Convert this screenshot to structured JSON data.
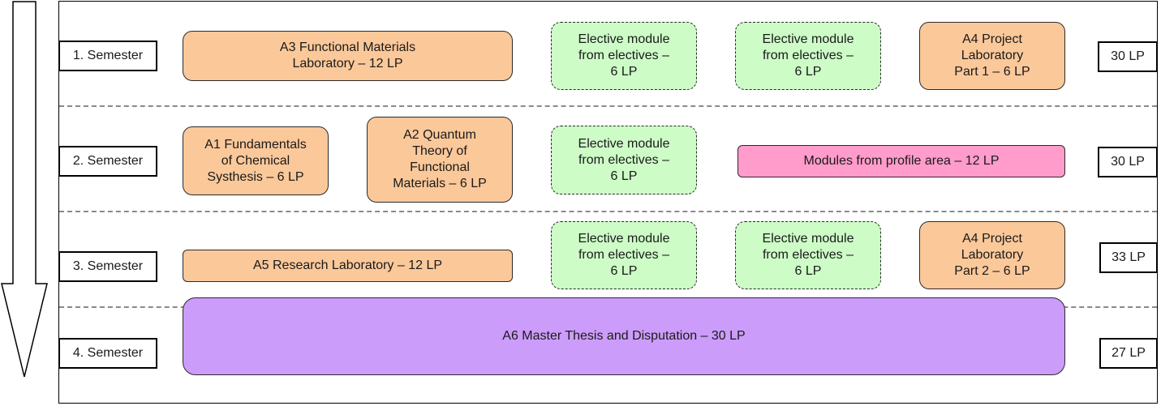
{
  "semesters": [
    {
      "label": "1. Semester",
      "credits": "30 LP"
    },
    {
      "label": "2. Semester",
      "credits": "30 LP"
    },
    {
      "label": "3. Semester",
      "credits": "33 LP"
    },
    {
      "label": "4. Semester",
      "credits": "27 LP"
    }
  ],
  "modules": {
    "a3": "A3 Functional Materials\nLaboratory – 12 LP",
    "elective": "Elective module\nfrom electives –\n6 LP",
    "a4_part1": "A4 Project\nLaboratory\nPart 1 – 6 LP",
    "a1": "A1 Fundamentals\nof Chemical\nSysthesis – 6 LP",
    "a2": "A2 Quantum\nTheory of\nFunctional\nMaterials – 6 LP",
    "profile": "Modules  from profile area – 12 LP",
    "a5": "A5 Research Laboratory – 12 LP",
    "a4_part2": "A4 Project\nLaboratory\nPart 2 – 6 LP",
    "a6": "A6 Master Thesis and Disputation – 30 LP"
  },
  "colors": {
    "mandatory": "#fbc89a",
    "elective": "#cdfcc7",
    "profile": "#ff9ccc",
    "thesis": "#cc9cfa"
  }
}
